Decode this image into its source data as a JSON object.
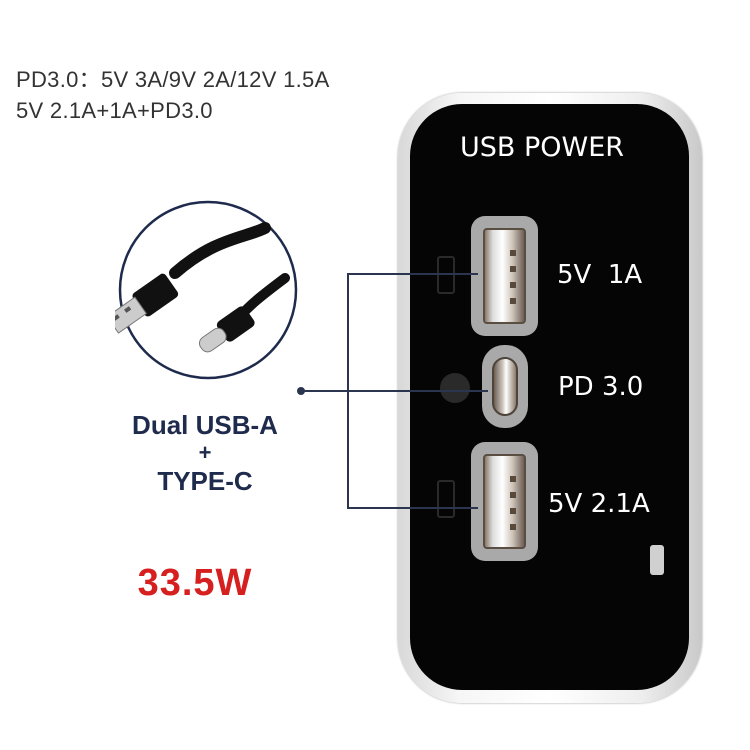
{
  "specs": {
    "line1": "PD3.0：5V 3A/9V 2A/12V 1.5A",
    "line2": "5V 2.1A+1A+PD3.0"
  },
  "device": {
    "title": "USB POWER",
    "ports": [
      {
        "type": "USB-A",
        "label": "5V  1A"
      },
      {
        "type": "USB-C",
        "label": "PD 3.0"
      },
      {
        "type": "USB-A",
        "label": "5V 2.1A"
      }
    ]
  },
  "feature": {
    "line1": "Dual USB-A",
    "line2": "+",
    "line3": "TYPE-C"
  },
  "wattage": "33.5W",
  "colors": {
    "navy": "#1f2b4d",
    "red": "#d61f1f",
    "panel": "#050505"
  }
}
